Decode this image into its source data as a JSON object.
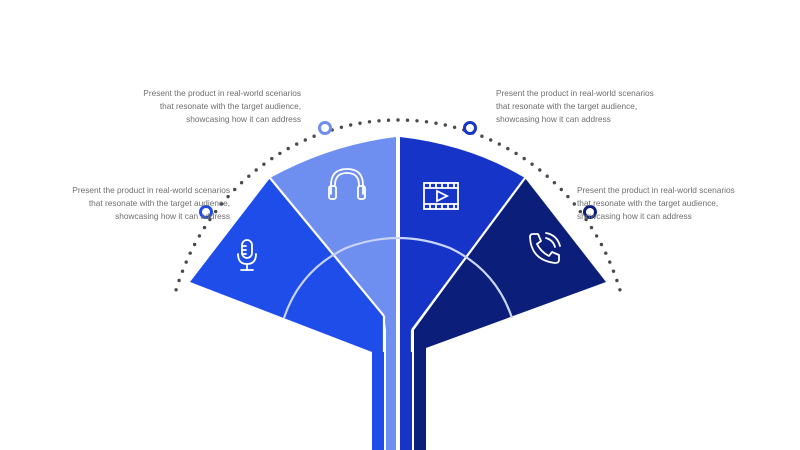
{
  "colors": {
    "segment_1": "#1F4DEA",
    "segment_2": "#6F8FF0",
    "segment_3": "#1634C8",
    "segment_4": "#0B1F7A",
    "dots": "#4a4a4a",
    "ring_1": "#1F4DEA",
    "ring_2": "#6F8FF0",
    "ring_3": "#1634C8",
    "ring_4": "#0B1F7A",
    "caption_text": "#6e6e6e"
  },
  "segments": [
    {
      "icon": "microphone-icon",
      "caption": [
        "Present the product in real-world scenarios",
        "that resonate with the target audience,",
        "showcasing how it can address"
      ]
    },
    {
      "icon": "headphones-icon",
      "caption": [
        "Present the product in real-world scenarios",
        "that resonate with the target audience,",
        "showcasing how it can address"
      ]
    },
    {
      "icon": "video-play-icon",
      "caption": [
        "Present the product in real-world scenarios",
        "that resonate with the target audience,",
        "showcasing how it can address"
      ]
    },
    {
      "icon": "phone-call-icon",
      "caption": [
        "Present the product in real-world scenarios",
        "that resonate with the target audience,",
        "showcasing how it can address"
      ]
    }
  ]
}
